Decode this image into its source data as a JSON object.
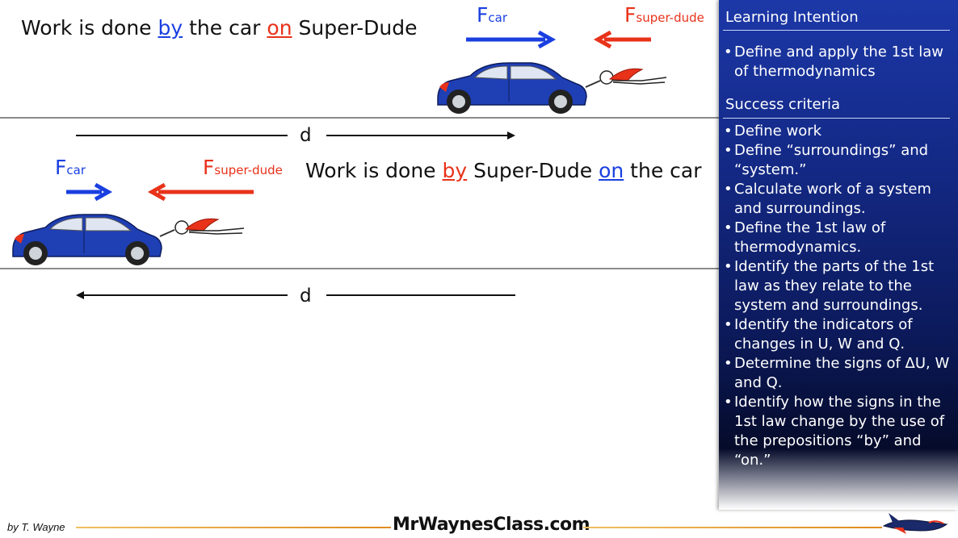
{
  "scene_top": {
    "sentence": {
      "pre": "Work is done ",
      "by": "by",
      "mid": " the car ",
      "on": "on",
      "post": " Super-Dude"
    },
    "f_car": {
      "F": "F",
      "sub": "car"
    },
    "f_superdude": {
      "F": "F",
      "sub": "super-dude"
    },
    "distance_label": "d"
  },
  "scene_bottom": {
    "sentence": {
      "pre": "Work is done ",
      "by": "by",
      "mid": " Super-Dude ",
      "on": "on",
      "post": " the car"
    },
    "f_car": {
      "F": "F",
      "sub": "car"
    },
    "f_superdude": {
      "F": "F",
      "sub": "super-dude"
    },
    "distance_label": "d"
  },
  "panel": {
    "learning_intention_title": "Learning Intention",
    "learning_intention_items": [
      "Define and apply the 1st law of thermodynamics"
    ],
    "success_criteria_title": "Success criteria",
    "success_criteria_items": [
      "Define work",
      "Define “surroundings” and “system.”",
      "Calculate work of a system and surroundings.",
      "Define the 1st law of thermodynamics.",
      "Identify the parts of the 1st law as they relate to the system and surroundings.",
      "Identify the indicators of changes in U, W and Q.",
      "Determine the signs of ΔU, W and Q.",
      "Identify how the signs in the 1st law change by the use of the prepositions “by” and “on.”"
    ],
    "bullet_char": "•"
  },
  "footer": {
    "author": "by T. Wayne",
    "site": "MrWaynesClass.com"
  },
  "colors": {
    "car_force": "#1a3fe0",
    "superdude_force": "#e8321a",
    "car_body": "#1f3fb5",
    "panel": "#142a88"
  },
  "icons": {
    "car": "car-illustration",
    "superdude": "superdude-illustration",
    "logo": "rocket-logo"
  }
}
